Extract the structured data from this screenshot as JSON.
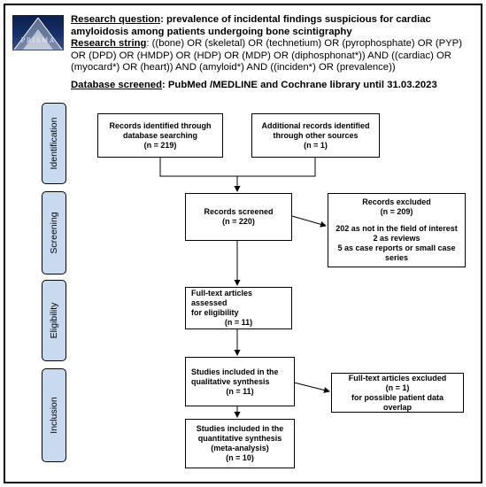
{
  "logo": {
    "text": "PRISMA"
  },
  "header": {
    "research_question_label": "Research question",
    "research_question_text": ": prevalence of incidental findings suspicious for cardiac amyloidosis among patients undergoing bone scintigraphy",
    "research_string_label": "Research string",
    "research_string_text": ": ((bone) OR (skeletal) OR (technetium) OR (pyrophosphate) OR (PYP) OR (DPD) OR (HMDP) OR (HDP) OR (MDP) OR (diphosphonat*)) AND ((cardiac) OR (myocard*) OR (heart)) AND (amyloid*) AND ((inciden*) OR (prevalence))",
    "database_label": "Database screened",
    "database_text": ": PubMed /MEDLINE and Cochrane library until 31.03.2023"
  },
  "stages": [
    "Identification",
    "Screening",
    "Eligibility",
    "Inclusion"
  ],
  "boxes": {
    "records_identified": {
      "line1": "Records identified through",
      "line2": "database searching",
      "count": "(n = 219)"
    },
    "additional_records": {
      "line1": "Additional records identified",
      "line2": "through other sources",
      "count": "(n = 1)"
    },
    "records_screened": {
      "line1": "Records screened",
      "count": "(n = 220)"
    },
    "records_excluded": {
      "title": "Records excluded",
      "count": "(n = 209)",
      "reason1": "202 as not in the field of interest",
      "reason2": "2 as reviews",
      "reason3": "5 as case reports or small case series"
    },
    "fulltext_assessed": {
      "line1": "Full-text articles assessed",
      "line2": "for eligibility",
      "count": "(n = 11)"
    },
    "qualitative": {
      "line1": "Studies included in the",
      "line2": "qualitative synthesis",
      "count": "(n = 11)"
    },
    "fulltext_excluded": {
      "title": "Full-text articles excluded",
      "count": "(n = 1)",
      "reason": "for possible patient data overlap"
    },
    "quantitative": {
      "line1": "Studies included in the",
      "line2": "quantitative synthesis",
      "line3": "(meta-analysis)",
      "count": "(n = 10)"
    }
  }
}
